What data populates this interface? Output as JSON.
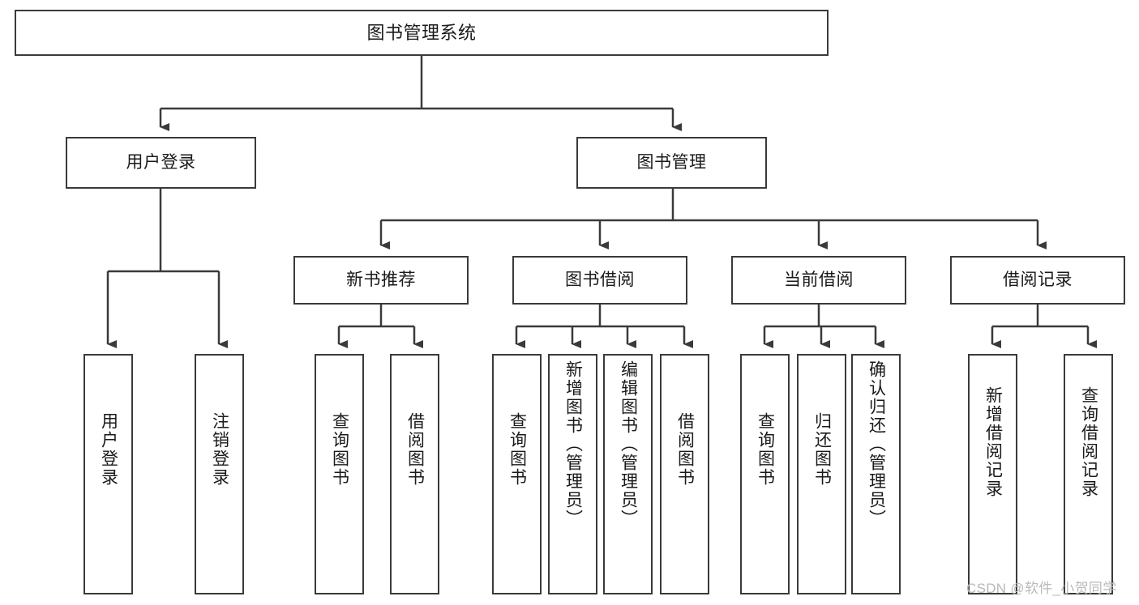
{
  "diagram": {
    "title": "图书管理系统",
    "type": "tree-structure-chart",
    "root": {
      "label": "图书管理系统"
    },
    "level1": [
      {
        "label": "用户登录"
      },
      {
        "label": "图书管理"
      }
    ],
    "level2": [
      {
        "label": "新书推荐"
      },
      {
        "label": "图书借阅"
      },
      {
        "label": "当前借阅"
      },
      {
        "label": "借阅记录"
      }
    ],
    "leaves": {
      "user_login": [
        {
          "label": "用户登录"
        },
        {
          "label": "注销登录"
        }
      ],
      "new_book": [
        {
          "label": "查询图书"
        },
        {
          "label": "借阅图书"
        }
      ],
      "book_borrow": [
        {
          "label": "查询图书"
        },
        {
          "label": "新增图书（管理员）"
        },
        {
          "label": "编辑图书（管理员）"
        },
        {
          "label": "借阅图书"
        }
      ],
      "current_borrow": [
        {
          "label": "查询图书"
        },
        {
          "label": "归还图书"
        },
        {
          "label": "确认归还（管理员）"
        }
      ],
      "borrow_record": [
        {
          "label": "新增借阅记录"
        },
        {
          "label": "查询借阅记录"
        }
      ]
    }
  },
  "watermark": {
    "text": "CSDN @软件_小贺同学"
  },
  "colors": {
    "stroke": "#3a3a3a",
    "box_fill": "#ffffff",
    "text": "#1a1a1a",
    "watermark": "#b9b9b9"
  }
}
